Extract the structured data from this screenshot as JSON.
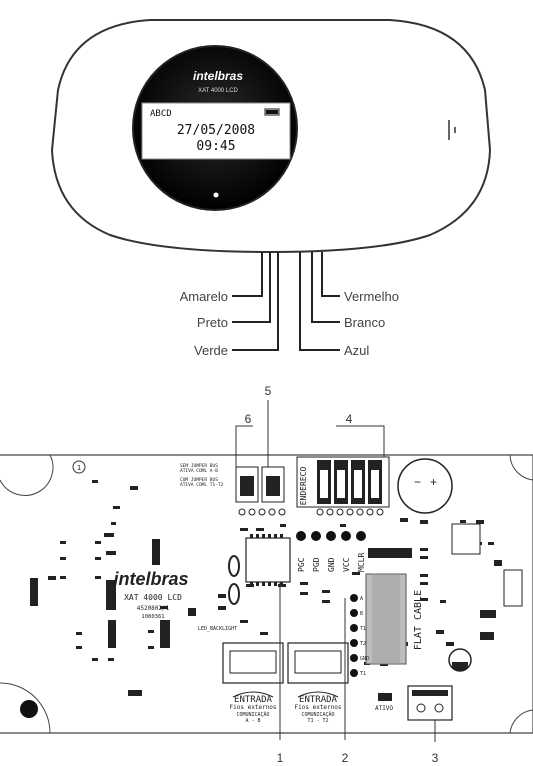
{
  "device": {
    "brand": "intelbras",
    "model_small": "XAT 4000 LCD",
    "lcd": {
      "line1": "ABCD",
      "date": "27/05/2008",
      "time": "09:45"
    }
  },
  "wires": {
    "left": [
      "Amarelo",
      "Preto",
      "Verde"
    ],
    "right": [
      "Vermelho",
      "Branco",
      "Azul"
    ]
  },
  "board": {
    "brand": "intelbras",
    "model": "XAT 4000 LCD",
    "code1": "4520802/1",
    "code2": "1080361",
    "flat_cable": "FLAT CABLE",
    "endereco": "ENDERECO",
    "jumper_text1": "SEM JUMPER BUS",
    "jumper_text2": "ATIVA COML A-B",
    "jumper_text3": "COM JUMPER BUS",
    "jumper_text4": "ATIVA COML T1-T2",
    "led_backlight": "LED_BACKLIGHT",
    "ativo": "ATIVO",
    "entrada1": {
      "title": "ENTRADA",
      "sub1": "Fios externos",
      "sub2": "COMUNICAÇÃO",
      "sub3": "A - B"
    },
    "entrada2": {
      "title": "ENTRADA",
      "sub1": "Fios externos",
      "sub2": "COMUNICAÇÃO",
      "sub3": "T1 - T2"
    },
    "pins": [
      "PGC",
      "PGD",
      "GND",
      "VCC",
      "MCLR"
    ],
    "side_pins": [
      "A",
      "B",
      "T1",
      "T2",
      "GND",
      "T1"
    ],
    "circle_mark": "1",
    "callouts": [
      "1",
      "2",
      "3",
      "4",
      "5",
      "6"
    ]
  }
}
